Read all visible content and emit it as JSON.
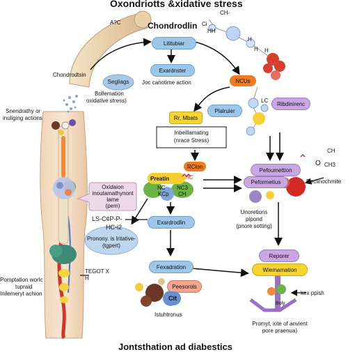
{
  "title_top": "Oxondriotts &xidative stress",
  "title_bottom": "Jontsthation ad diabestics",
  "chondrodlin_heading": "Chondrodlin",
  "top_label_a": "A?C",
  "chem_top": {
    "ch": "CH-",
    "ci": "Ci",
    "hh": "HH",
    "h1": "H",
    "h2": "H",
    "h3": "H"
  },
  "left_labels": {
    "chondrodtsin": "Chondrodtsin",
    "snendrathy_line1": "Snendrathy or",
    "snendrathy_line2": "inuliging actions",
    "pomptation_line1": "Pomptation worlc",
    "pomptation_line2": "tupraid",
    "pomptation_line3": "Inilemeryt achion",
    "tegot": "TEGOT X",
    "tegot_h": "H"
  },
  "segliags": {
    "label": "Segliags",
    "sub1": "Bollemation",
    "sub2": "oxidative stress)"
  },
  "lititubiar": "Lititubiar",
  "exardnster": "Exardnster",
  "joc_action": "Joc canotime action",
  "ncus": "NCUs",
  "lc": "LC",
  "ribdinirenc": "Ribdinirenc",
  "rr_mbats": "Rr, Mbats",
  "plalruier": "Plalruier",
  "inbeilamating_line1": "Inbeillamating",
  "inbeilamating_line2": "(nrace Stress)",
  "pretatin": "Preatin",
  "rclon": "RClon",
  "nc_left": "NC",
  "kcp": "KCp",
  "nc3": "NC3",
  "ch_small": "CH",
  "hc_red": "HC",
  "oxidation_box": {
    "l1": "Oxidaion",
    "l2": "inoutamathynont",
    "l3": "lame",
    "l4": "(pem)"
  },
  "ls_cp": "LS-C¢P-P-",
  "hc_i2": "HC-i2",
  "pronony": {
    "l1": "Pronony. is Iritative-",
    "l2": "(tgpert)"
  },
  "exardrodlin": "Exardrodlin",
  "pefoumettion": "Pefoumettion",
  "peforneticus": "Peformetius",
  "reclinochmite": "Reclinochmite",
  "chem_right": {
    "ch": "CH",
    "o": "O",
    "ch3": "CH3"
  },
  "unoretions": {
    "l1": "Unoretions",
    "l2": "pipond",
    "l3": "(pnore sotting)"
  },
  "fexadration": "Fexadration",
  "peesorols": "Peesorols",
  "cit": "Cit",
  "istuhtronus": "Istuhtronus",
  "reporer": "Reporer",
  "wiemamation": "Wiemamation",
  "kex_ppish": "kex ppish",
  "boly": "Boly",
  "promyt": {
    "l1": "Promyt, iote of anvient",
    "l2": "pore praenua)"
  },
  "colors": {
    "blue_pill": "#9cc7e8",
    "orange": "#f07a1e",
    "yellow": "#f6d530",
    "purple": "#c9a7e2",
    "red": "#d82c26",
    "green": "#5aa83a",
    "leg": "#f4d9bf",
    "bone": "#e8cfa8"
  }
}
